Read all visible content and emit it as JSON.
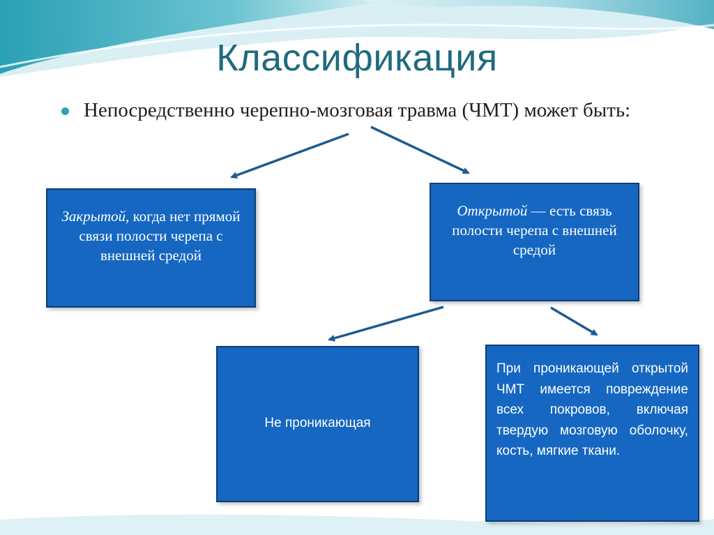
{
  "slide": {
    "title": "Классификация",
    "bullet": "Непосредственно черепно-мозговая травма (ЧМТ) может быть:"
  },
  "closed": {
    "term": "Закрытой",
    "rest": ", когда нет прямой связи полости черепа с внешней средой"
  },
  "open": {
    "term": "Открытой",
    "rest": " — есть связь полости черепа с внешней средой"
  },
  "non_penetrating": {
    "label": "Не проникающая"
  },
  "penetrating": {
    "text": "При проникающей открытой ЧМТ имеется повреждение всех покровов, включая твердую мозговую оболочку, кость, мягкие ткани."
  },
  "colors": {
    "box_fill": "#1567c2",
    "box_border": "#0f3c73",
    "arrow": "#1f5a8f",
    "title": "#1f6b7d",
    "wave_teal": "#4cb8c7",
    "wave_light": "#bfe4ec"
  }
}
